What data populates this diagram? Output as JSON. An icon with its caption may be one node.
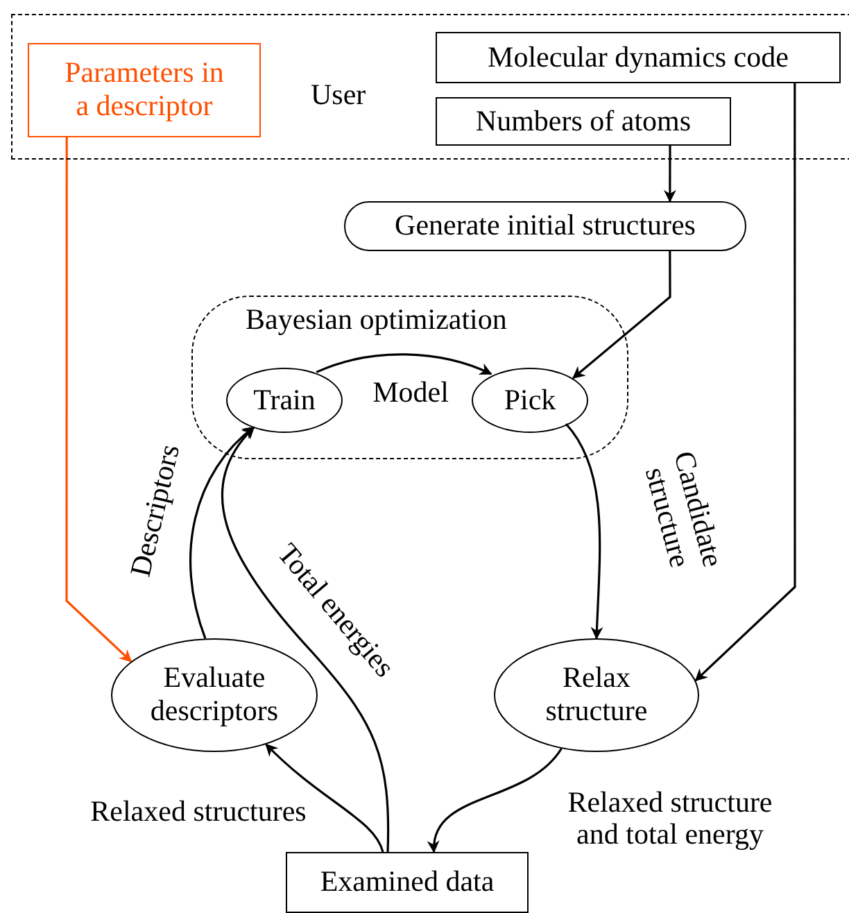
{
  "diagram": {
    "nodes": [
      {
        "text": [
          "User"
        ]
      },
      {
        "text": [
          "Parameters in a descriptor"
        ],
        "in": 0
      },
      {
        "text": [
          "Molecular dynamics code"
        ],
        "in": 0
      },
      {
        "text": [
          "Numbers of atoms"
        ],
        "in": 0
      },
      {
        "text": [
          "Generate initial structures"
        ]
      },
      {
        "text": [
          "Bayesian optimization"
        ]
      },
      {
        "text": [
          "Train"
        ],
        "in": 5
      },
      {
        "text": [
          "Pick"
        ],
        "in": 5
      },
      {
        "text": [
          "Evaluate descriptors"
        ]
      },
      {
        "text": [
          "Relax structure"
        ]
      },
      {
        "text": [
          "Examined data"
        ]
      }
    ],
    "edges": [
      {
        "from": 1,
        "to": 8,
        "arrow": "to",
        "color": "#ff4f00"
      },
      {
        "from": 2,
        "to": 9,
        "arrow": "to"
      },
      {
        "from": 3,
        "to": 4,
        "arrow": "to"
      },
      {
        "from": 4,
        "to": 7,
        "arrow": "to"
      },
      {
        "from": 6,
        "to": 7,
        "arrow": "to",
        "label": "Model"
      },
      {
        "from": 7,
        "to": 9,
        "arrow": "to",
        "label": "Candidate structure"
      },
      {
        "from": 8,
        "to": 6,
        "arrow": "to",
        "label": "Descriptors"
      },
      {
        "from": 10,
        "to": 6,
        "arrow": "to",
        "label": "Total energies"
      },
      {
        "from": 10,
        "to": 8,
        "arrow": "to",
        "label": "Relaxed structures"
      },
      {
        "from": 9,
        "to": 10,
        "arrow": "to",
        "label": "Relaxed structure and total energy"
      }
    ]
  }
}
